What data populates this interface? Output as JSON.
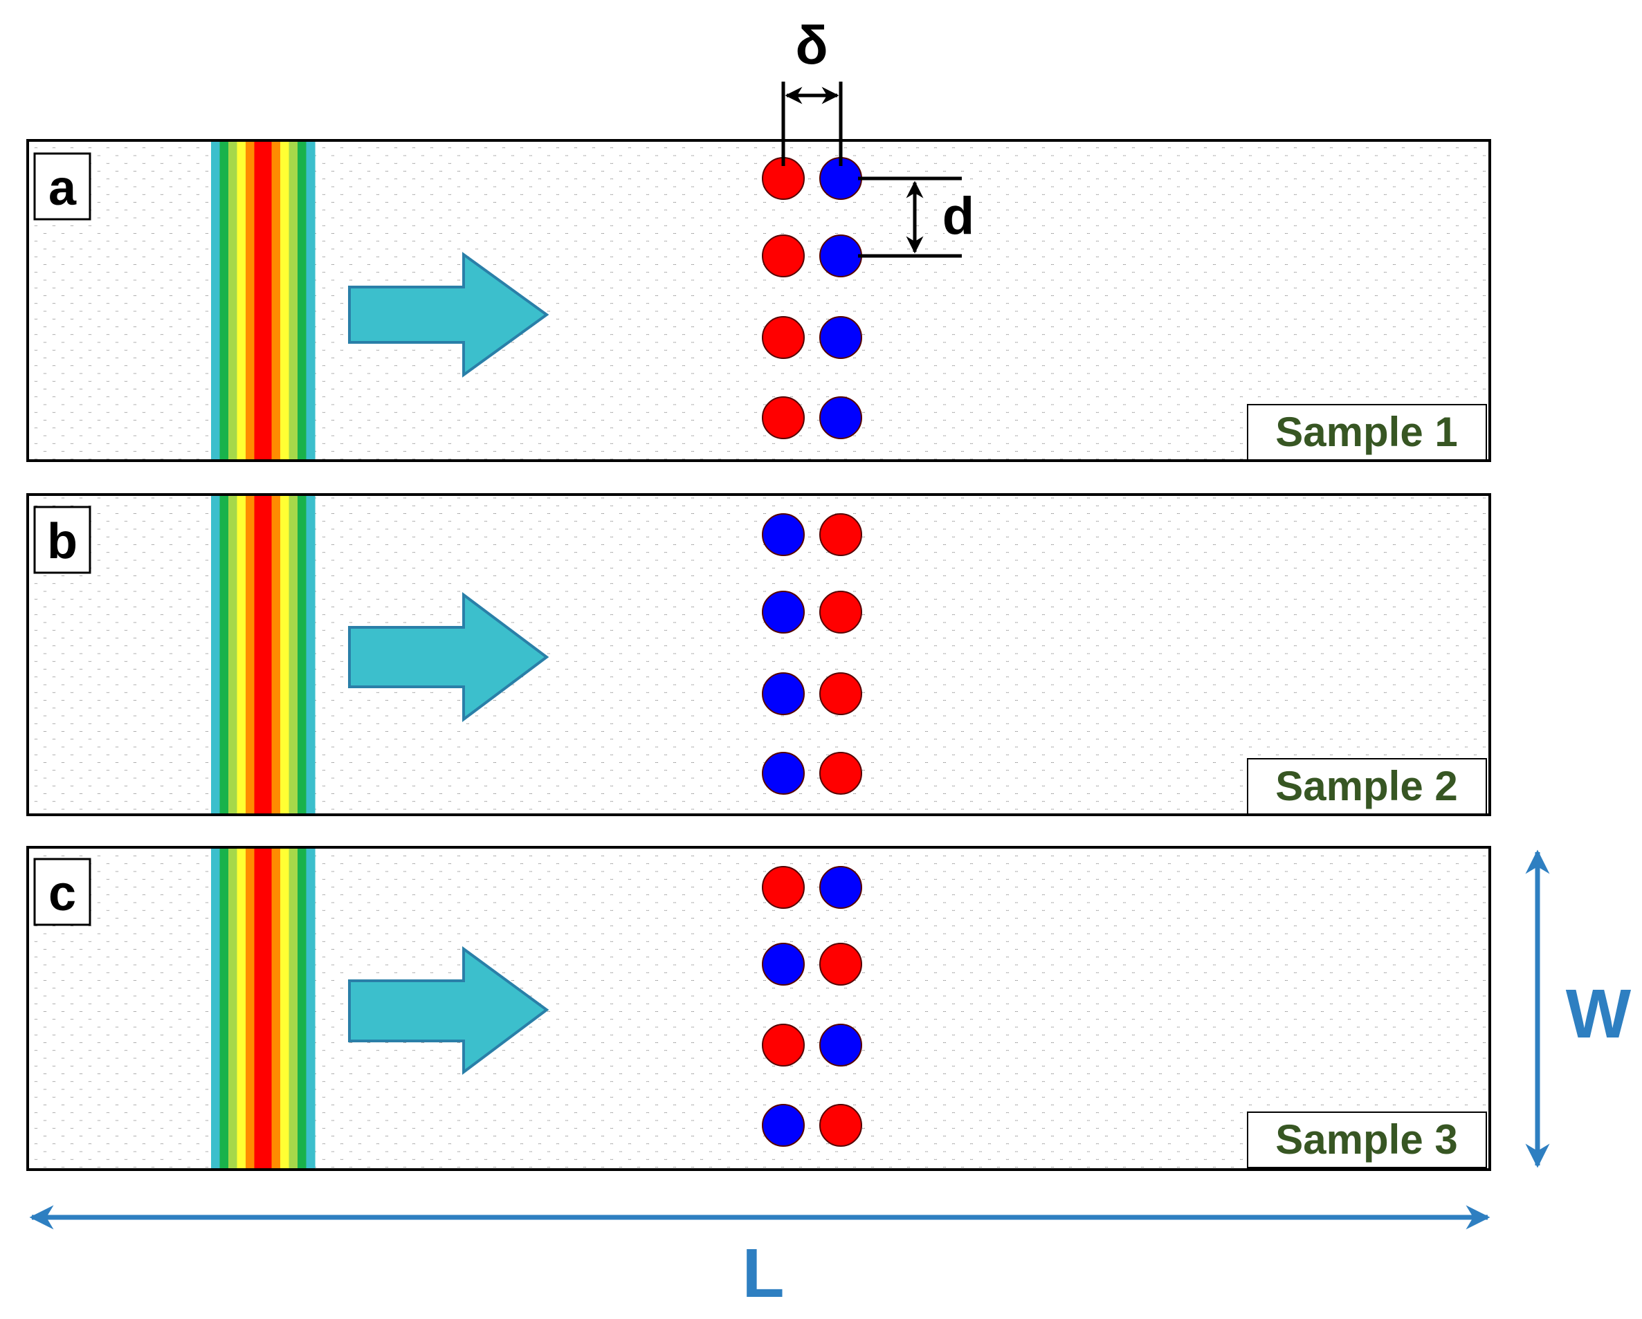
{
  "panels": [
    {
      "letter": "a",
      "sample_label": "Sample 1",
      "pattern": [
        [
          "red",
          "blue"
        ],
        [
          "red",
          "blue"
        ],
        [
          "red",
          "blue"
        ],
        [
          "red",
          "blue"
        ]
      ]
    },
    {
      "letter": "b",
      "sample_label": "Sample 2",
      "pattern": [
        [
          "blue",
          "red"
        ],
        [
          "blue",
          "red"
        ],
        [
          "blue",
          "red"
        ],
        [
          "blue",
          "red"
        ]
      ]
    },
    {
      "letter": "c",
      "sample_label": "Sample 3",
      "pattern": [
        [
          "red",
          "blue"
        ],
        [
          "blue",
          "red"
        ],
        [
          "red",
          "blue"
        ],
        [
          "blue",
          "red"
        ]
      ]
    }
  ],
  "dimensions": {
    "delta": "δ",
    "d": "d",
    "W": "W",
    "L": "L"
  },
  "colors": {
    "red": "#ff0000",
    "blue": "#0000ff",
    "arrow": "#3cbfcc",
    "arrow_outline": "#2a7fa8",
    "dim_arrow": "#2e7fc1",
    "sample_text": "#375623",
    "lattice_line": "#8a8a8a",
    "lattice_hole": "#ffffff",
    "band": [
      "#3cbfcc",
      "#19b24b",
      "#a6d84a",
      "#ffff33",
      "#ff8c00",
      "#ff0000",
      "#ff0000",
      "#ff8c00",
      "#ffff33",
      "#a6d84a",
      "#19b24b",
      "#3cbfcc"
    ]
  }
}
